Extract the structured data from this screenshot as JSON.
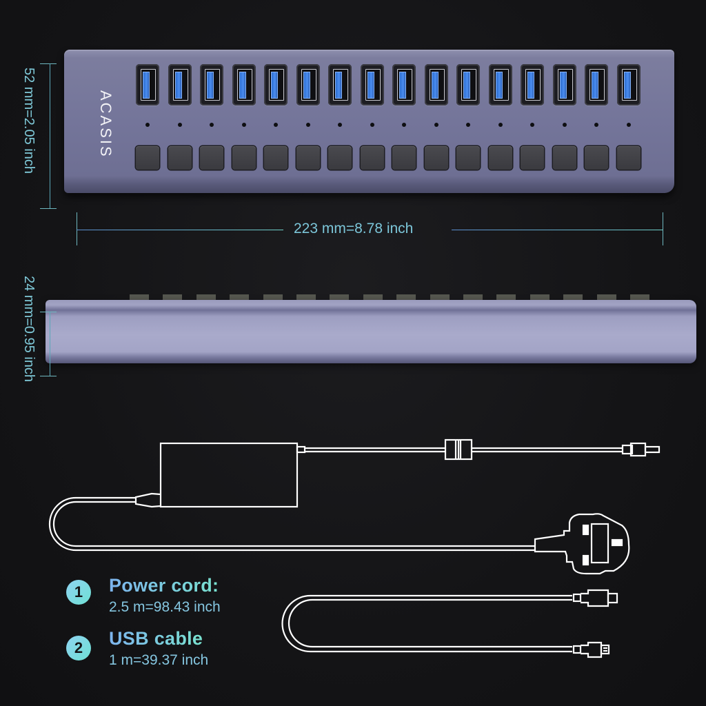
{
  "product": {
    "brand": "ACASIS",
    "port_count": 16,
    "colors": {
      "hub_body": "#74759a",
      "usb_port_blue": "#3b7fe0",
      "button": "#3f3f44",
      "dimension_accent": "#7cc6d9",
      "legend_gradient_start": "#7db4ee",
      "legend_gradient_end": "#79e2d0",
      "background": "#141416"
    }
  },
  "dimensions": {
    "height": "52 mm=2.05 inch",
    "width": "223 mm=8.78 inch",
    "depth": "24 mm=0.95 inch"
  },
  "legend": [
    {
      "number": "1",
      "title": "Power cord:",
      "value": "2.5 m=98.43 inch"
    },
    {
      "number": "2",
      "title": "USB cable",
      "value": "1 m=39.37 inch"
    }
  ],
  "illustrations": {
    "power_adapter": "power-adapter-outline",
    "uk_plug": "uk-plug-outline",
    "usb_cable": "usb-cable-outline"
  }
}
